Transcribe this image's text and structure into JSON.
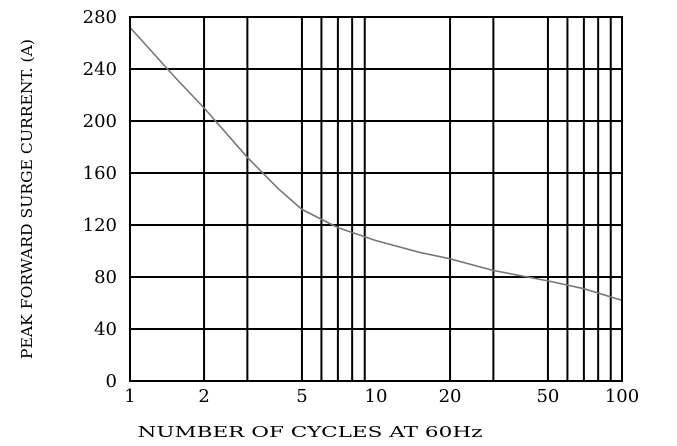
{
  "chart_data": {
    "type": "line",
    "xlabel": "NUMBER OF CYCLES AT 60Hz",
    "ylabel": "PEAK FORWARD SURGE CURRENT. (A)",
    "x_scale": "log",
    "xlim": [
      1,
      100
    ],
    "ylim": [
      0,
      280
    ],
    "grid": true,
    "y_ticks": [
      0,
      40,
      80,
      120,
      160,
      200,
      240,
      280
    ],
    "x_tick_labels": [
      {
        "value": 1,
        "label": "1"
      },
      {
        "value": 2,
        "label": "2"
      },
      {
        "value": 5,
        "label": "5"
      },
      {
        "value": 10,
        "label": "10"
      },
      {
        "value": 20,
        "label": "20"
      },
      {
        "value": 50,
        "label": "50"
      },
      {
        "value": 100,
        "label": "100"
      }
    ],
    "x_gridlines": [
      2,
      3,
      5,
      6,
      7,
      8,
      9,
      20,
      30,
      50,
      60,
      70,
      80,
      90
    ],
    "series": [
      {
        "x": [
          1,
          1.5,
          2,
          3,
          4,
          5,
          7,
          10,
          15,
          20,
          30,
          50,
          70,
          100
        ],
        "y": [
          272,
          235,
          210,
          172,
          148,
          132,
          118,
          108,
          99,
          94,
          85,
          77,
          71,
          62
        ],
        "color": "#777777"
      }
    ]
  }
}
